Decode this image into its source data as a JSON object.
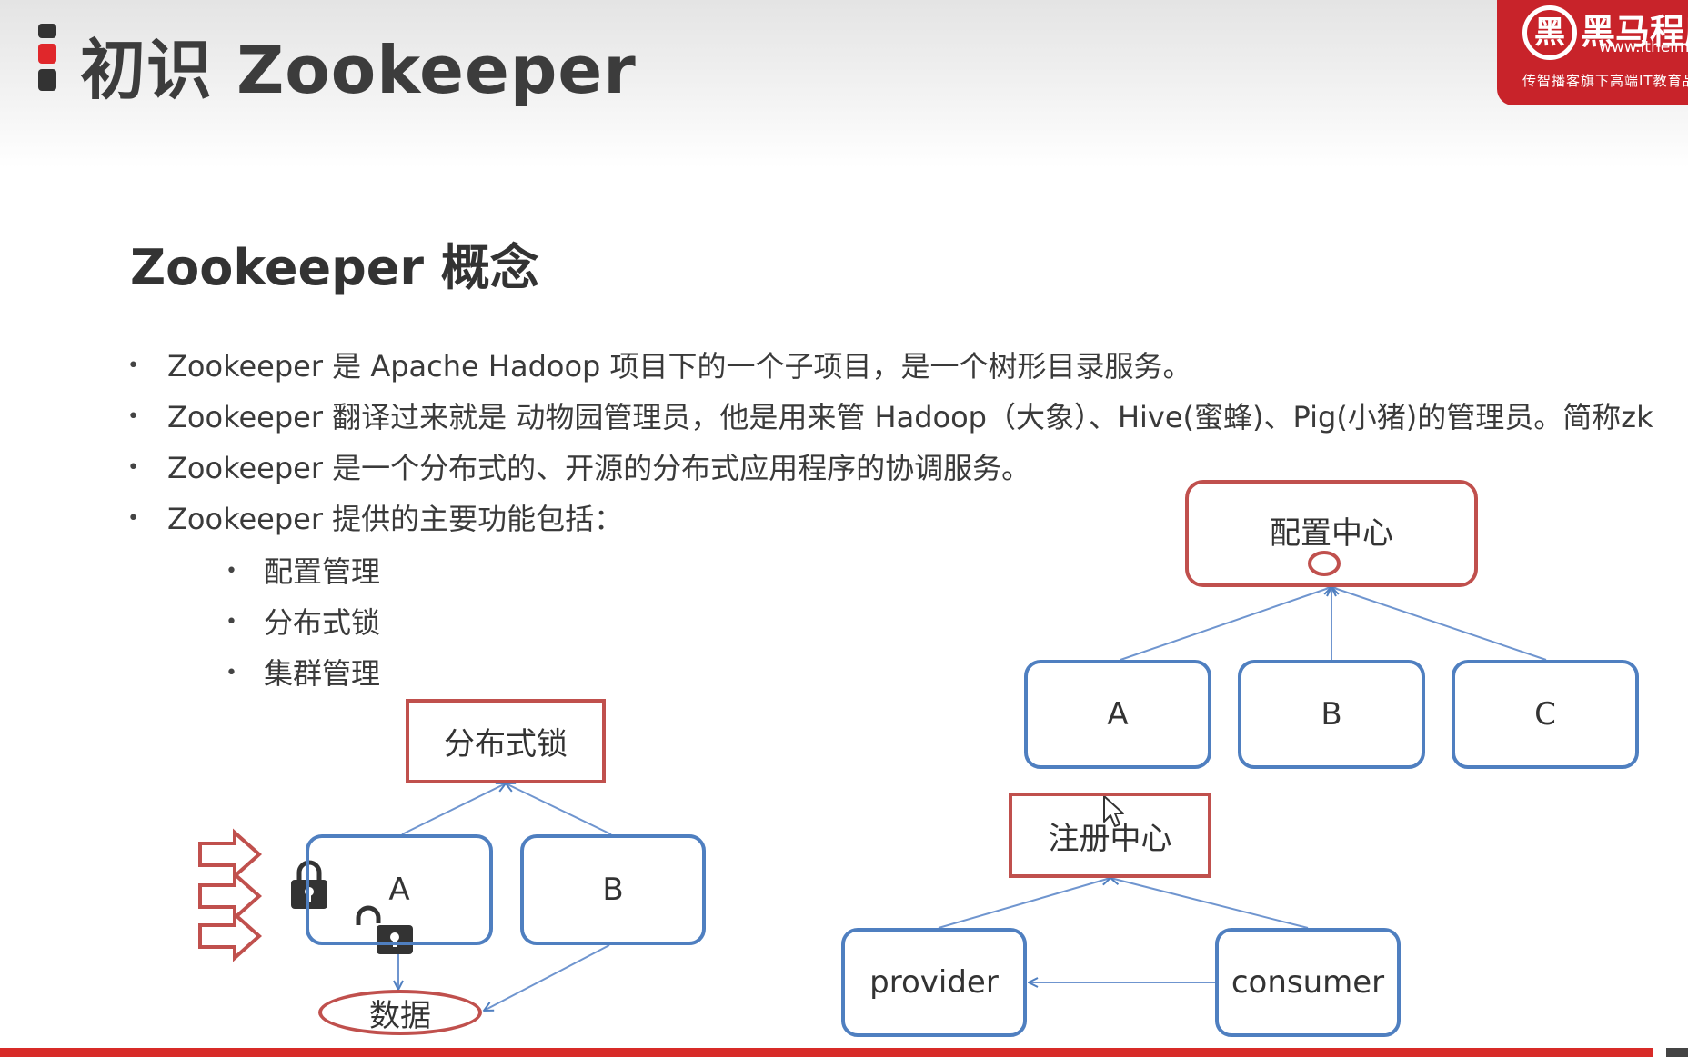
{
  "header": {
    "title": "初识 Zookeeper",
    "logo": {
      "brand": "黑马程序员",
      "url": "www.itheima.com",
      "slogan": "传智播客旗下高端IT教育品牌"
    }
  },
  "main": {
    "section_title": "Zookeeper 概念",
    "bullets": [
      "Zookeeper 是 Apache Hadoop 项目下的一个子项目，是一个树形目录服务。",
      "Zookeeper 翻译过来就是 动物园管理员，他是用来管 Hadoop（大象）、Hive(蜜蜂)、Pig(小猪)的管理员。简称zk",
      "Zookeeper 是一个分布式的、开源的分布式应用程序的协调服务。",
      "Zookeeper 提供的主要功能包括："
    ],
    "sub_bullets": [
      "配置管理",
      "分布式锁",
      "集群管理"
    ]
  },
  "diagrams": {
    "lock": {
      "title": "分布式锁",
      "node_a": "A",
      "node_b": "B",
      "data": "数据",
      "icons": [
        "arrow-right-icon",
        "lock-closed-icon",
        "lock-open-icon"
      ]
    },
    "config": {
      "title": "配置中心",
      "nodes": [
        "A",
        "B",
        "C"
      ]
    },
    "registry": {
      "title": "注册中心",
      "provider": "provider",
      "consumer": "consumer"
    }
  },
  "colors": {
    "accent_red": "#c0504d",
    "node_blue": "#4f7fc0",
    "bar_red": "#d82b28"
  }
}
